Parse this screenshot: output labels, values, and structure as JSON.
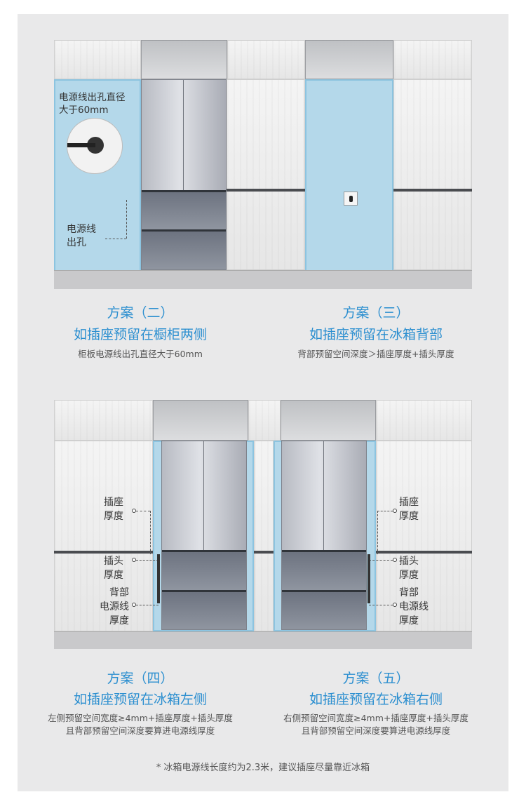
{
  "plans": [
    {
      "title": "方案（二）",
      "subtitle": "如插座预留在橱柜两侧",
      "desc": [
        "柜板电源线出孔直径大于60mm"
      ]
    },
    {
      "title": "方案（三）",
      "subtitle": "如插座预留在冰箱背部",
      "desc": [
        "背部预留空间深度＞插座厚度+插头厚度"
      ]
    },
    {
      "title": "方案（四）",
      "subtitle": "如插座预留在冰箱左侧",
      "desc": [
        "左侧预留空间宽度≥4mm+插座厚度+插头厚度",
        "且背部预留空间深度要算进电源线厚度"
      ]
    },
    {
      "title": "方案（五）",
      "subtitle": "如插座预留在冰箱右侧",
      "desc": [
        "右侧预留空间宽度≥4mm+插座厚度+插头厚度",
        "且背部预留空间深度要算进电源线厚度"
      ]
    }
  ],
  "callouts": {
    "hole_size": [
      "电源线出孔直径",
      "大于60mm"
    ],
    "hole": [
      "电源线",
      "出孔"
    ],
    "socket": [
      "插座",
      "厚度"
    ],
    "plug": [
      "插头",
      "厚度"
    ],
    "cord": [
      "背部",
      "电源线",
      "厚度"
    ]
  },
  "footnote": "* 冰箱电源线长度约为2.3米，建议插座尽量靠近冰箱",
  "colors": {
    "accent": "#2c8fd0",
    "niche": "#b4d8ea"
  }
}
